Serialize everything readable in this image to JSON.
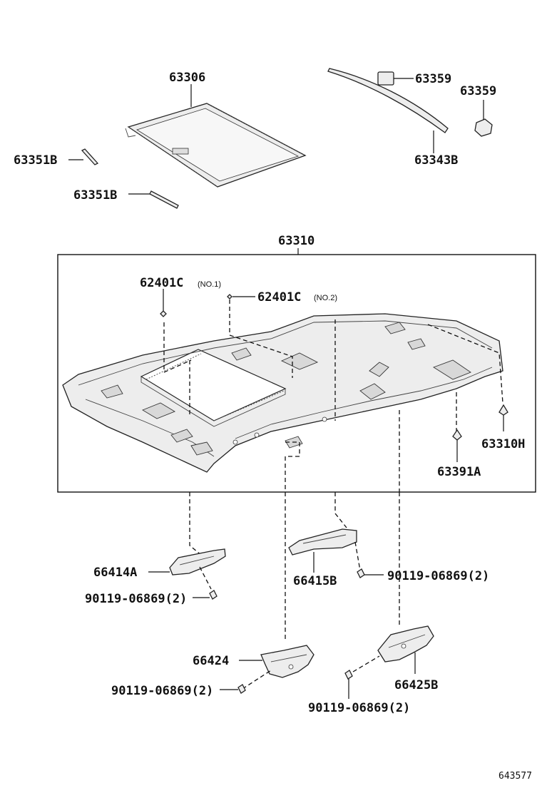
{
  "figure_number": "643577",
  "labels": {
    "p63306": "63306",
    "p63351B_a": "63351B",
    "p63351B_b": "63351B",
    "p63359_a": "63359",
    "p63359_b": "63359",
    "p63343B": "63343B",
    "p63310": "63310",
    "p62401C_1": "62401C",
    "p62401C_1_note": "(NO.1)",
    "p62401C_2": "62401C",
    "p62401C_2_note": "(NO.2)",
    "p63310H": "63310H",
    "p63391A": "63391A",
    "p66414A": "66414A",
    "bolt_a": "90119-06869(2)",
    "p66415B": "66415B",
    "bolt_b": "90119-06869(2)",
    "p66424": "66424",
    "bolt_c": "90119-06869(2)",
    "p66425B": "66425B",
    "bolt_d": "90119-06869(2)"
  }
}
